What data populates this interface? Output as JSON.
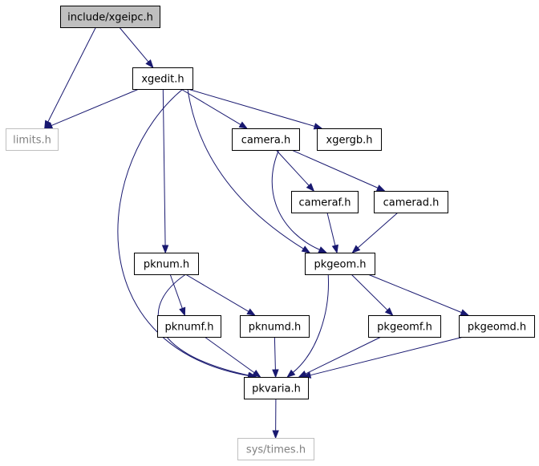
{
  "colors": {
    "edge": "#191970",
    "node_border": "#000000",
    "external_border": "#bfbfbf",
    "external_text": "#808080",
    "root_fill": "#bfbfbf",
    "node_fill": "#ffffff"
  },
  "nodes": {
    "xgeipc": {
      "label": "include/xgeipc.h",
      "kind": "root"
    },
    "xgedit": {
      "label": "xgedit.h",
      "kind": "normal"
    },
    "limits": {
      "label": "limits.h",
      "kind": "external"
    },
    "camera": {
      "label": "camera.h",
      "kind": "normal"
    },
    "xgergb": {
      "label": "xgergb.h",
      "kind": "normal"
    },
    "cameraf": {
      "label": "cameraf.h",
      "kind": "normal"
    },
    "camerad": {
      "label": "camerad.h",
      "kind": "normal"
    },
    "pknum": {
      "label": "pknum.h",
      "kind": "normal"
    },
    "pkgeom": {
      "label": "pkgeom.h",
      "kind": "normal"
    },
    "pknumf": {
      "label": "pknumf.h",
      "kind": "normal"
    },
    "pknumd": {
      "label": "pknumd.h",
      "kind": "normal"
    },
    "pkgeomf": {
      "label": "pkgeomf.h",
      "kind": "normal"
    },
    "pkgeomd": {
      "label": "pkgeomd.h",
      "kind": "normal"
    },
    "pkvaria": {
      "label": "pkvaria.h",
      "kind": "normal"
    },
    "systimes": {
      "label": "sys/times.h",
      "kind": "external"
    }
  },
  "edges": [
    {
      "from": "xgeipc",
      "to": "limits"
    },
    {
      "from": "xgeipc",
      "to": "xgedit"
    },
    {
      "from": "xgedit",
      "to": "limits"
    },
    {
      "from": "xgedit",
      "to": "camera"
    },
    {
      "from": "xgedit",
      "to": "xgergb"
    },
    {
      "from": "xgedit",
      "to": "pknum"
    },
    {
      "from": "xgedit",
      "to": "pkgeom"
    },
    {
      "from": "xgedit",
      "to": "pkvaria"
    },
    {
      "from": "camera",
      "to": "cameraf"
    },
    {
      "from": "camera",
      "to": "camerad"
    },
    {
      "from": "camera",
      "to": "pkgeom"
    },
    {
      "from": "cameraf",
      "to": "pkgeom"
    },
    {
      "from": "camerad",
      "to": "pkgeom"
    },
    {
      "from": "pknum",
      "to": "pknumf"
    },
    {
      "from": "pknum",
      "to": "pknumd"
    },
    {
      "from": "pknum",
      "to": "pkvaria"
    },
    {
      "from": "pkgeom",
      "to": "pkgeomf"
    },
    {
      "from": "pkgeom",
      "to": "pkgeomd"
    },
    {
      "from": "pkgeom",
      "to": "pkvaria"
    },
    {
      "from": "pknumf",
      "to": "pkvaria"
    },
    {
      "from": "pknumd",
      "to": "pkvaria"
    },
    {
      "from": "pkgeomf",
      "to": "pkvaria"
    },
    {
      "from": "pkgeomd",
      "to": "pkvaria"
    },
    {
      "from": "pkvaria",
      "to": "systimes"
    }
  ]
}
